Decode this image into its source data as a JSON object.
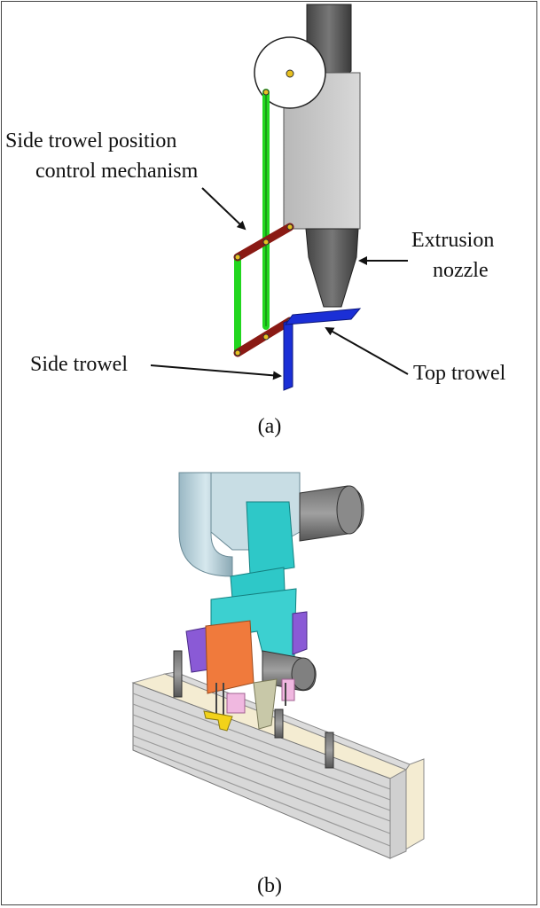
{
  "panel_a": {
    "caption": "(a)",
    "labels": {
      "mechanism_line1": "Side trowel position",
      "mechanism_line2": "control mechanism",
      "nozzle_line1": "Extrusion",
      "nozzle_line2": "nozzle",
      "side_trowel": "Side trowel",
      "top_trowel": "Top trowel"
    },
    "colors": {
      "green_link": "#22d61f",
      "red_link": "#8a1a14",
      "trowel": "#1b2fd6",
      "nozzle": "#555555",
      "body": "#c8c8c8"
    }
  },
  "panel_b": {
    "caption": "(b)",
    "colors": {
      "cyan_body": "#2ec8c8",
      "orange_block": "#f07a3c",
      "purple_block": "#8a5ad6",
      "yellow_trowel": "#f2d21a",
      "wall_layer": "#d8d8d8",
      "fill": "#f4ecd2"
    }
  }
}
